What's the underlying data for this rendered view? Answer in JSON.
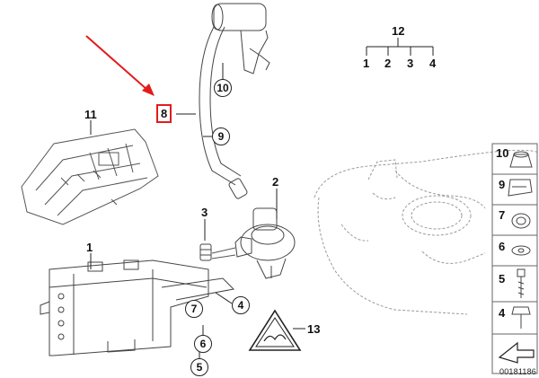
{
  "callouts": {
    "part_1": "1",
    "part_2": "2",
    "part_3": "3",
    "part_4": "4",
    "part_5": "5",
    "part_6": "6",
    "part_7": "7",
    "part_8": "8",
    "part_9": "9",
    "part_10": "10",
    "part_11": "11",
    "part_12": "12",
    "part_13": "13"
  },
  "group_tree": {
    "parent": "12",
    "children": [
      "1",
      "2",
      "3",
      "4"
    ]
  },
  "side_column": [
    "10",
    "9",
    "7",
    "6",
    "5",
    "4"
  ],
  "diagram_code": "00181186",
  "colors": {
    "highlight": "#e31b1b",
    "line": "#222222",
    "faint_line": "#8a8a8a"
  },
  "icons": [
    "red-arrow-icon",
    "warning-triangle-icon",
    "direction-arrow-icon"
  ]
}
